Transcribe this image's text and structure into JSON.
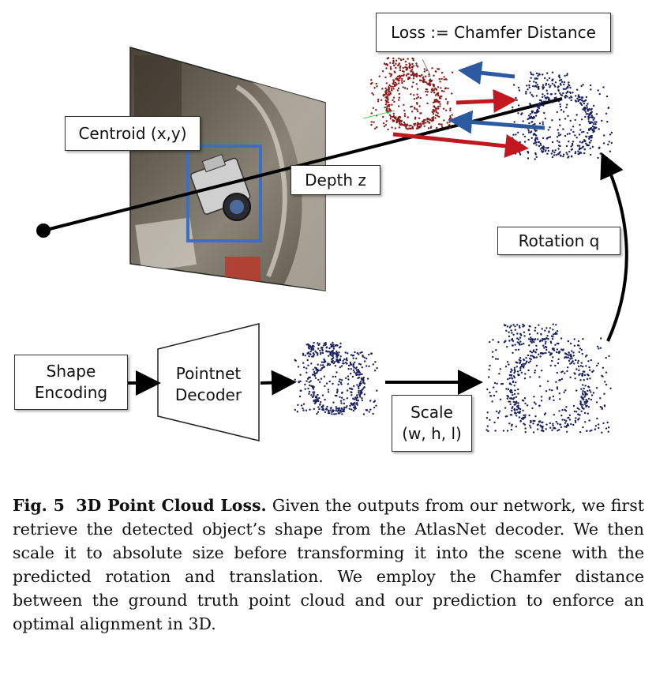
{
  "diagram": {
    "loss_label": "Loss := Chamfer Distance",
    "centroid_label": "Centroid (x,y)",
    "depth_label": "Depth z",
    "rotation_label": "Rotation q",
    "shape_encoding_line1": "Shape",
    "shape_encoding_line2": "Encoding",
    "decoder_line1": "Pointnet",
    "decoder_line2": "Decoder",
    "scale_line1": "Scale",
    "scale_line2": "(w, h, l)"
  },
  "colors": {
    "bbox_blue": "#3a6fc4",
    "arrow_red": "#c0181e",
    "arrow_blue": "#2c5aa0",
    "points_navy": "#1a2060",
    "points_red": "#8b1a1a"
  },
  "caption": {
    "figure_label": "Fig. 5",
    "figure_title": "3D Point Cloud Loss.",
    "text": "Given the outputs from our network, we first retrieve the detected object’s shape from the AtlasNet decoder. We then scale it to absolute size before transforming it into the scene with the predicted rotation and translation. We employ the Chamfer distance between the ground truth point cloud and our prediction to enforce an optimal alignment in 3D."
  }
}
